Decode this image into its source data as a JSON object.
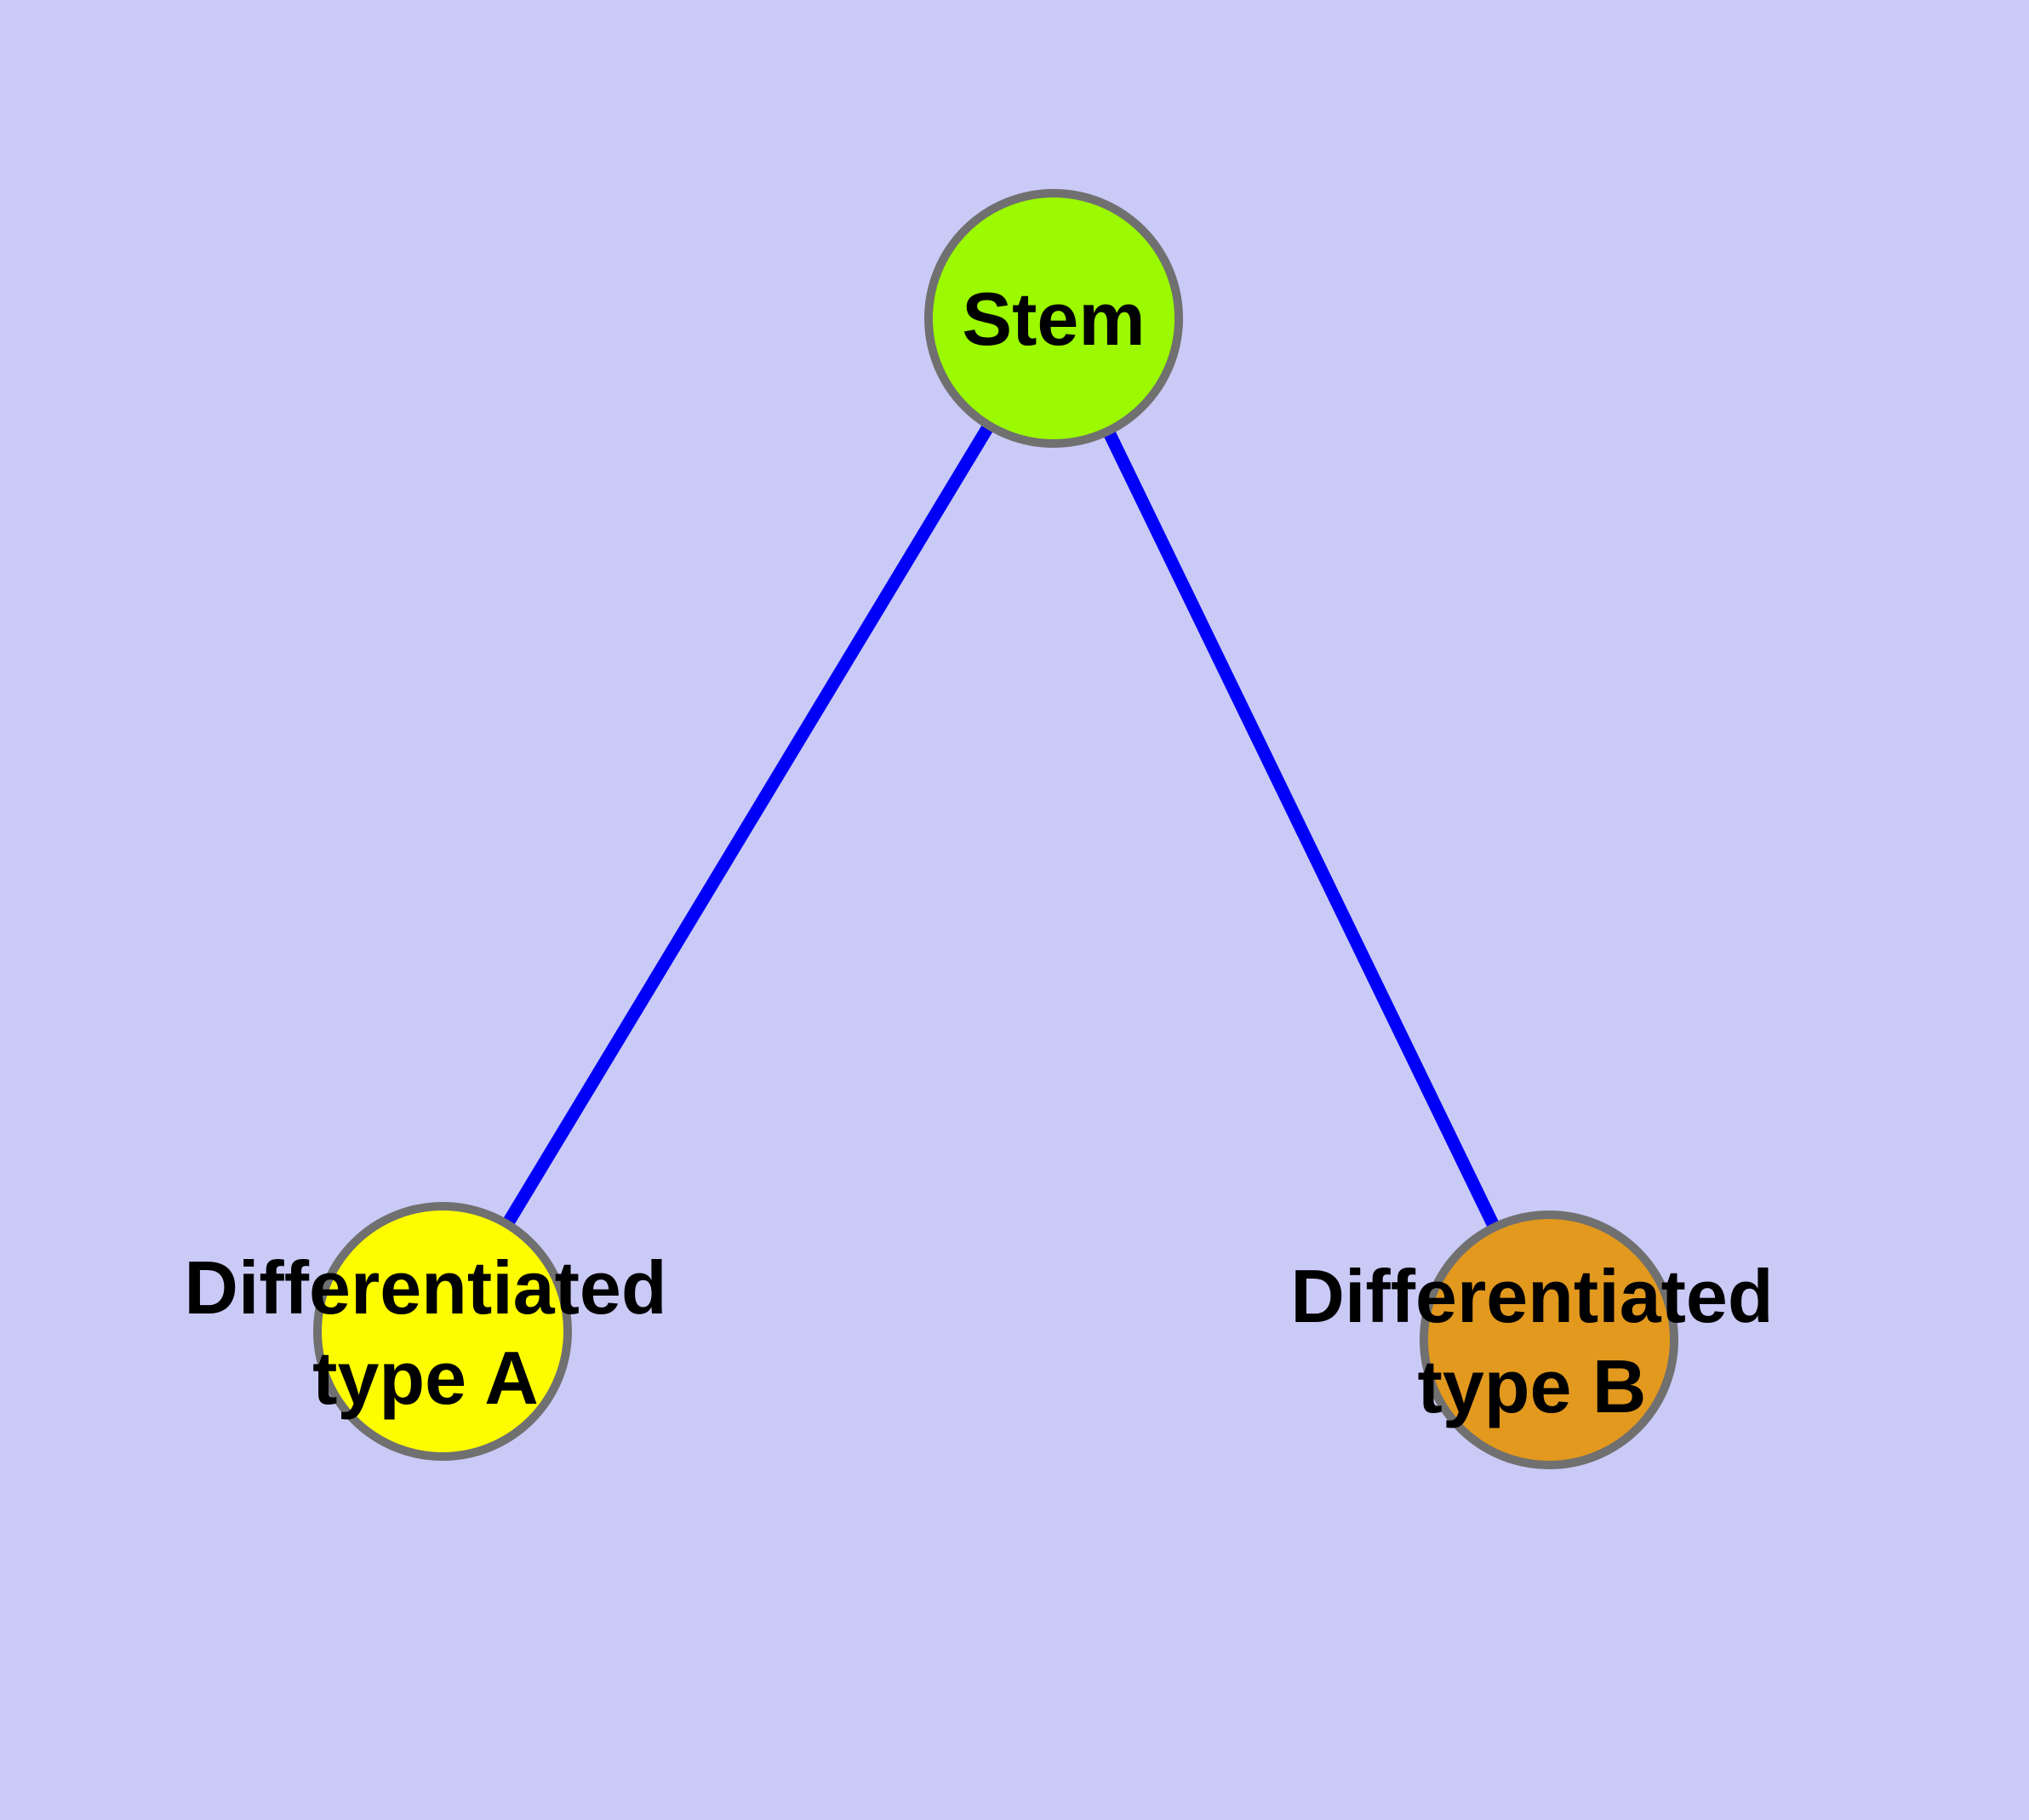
{
  "diagram": {
    "background_color": "#CACAF7",
    "edge_color": "#0000F8",
    "node_border_color": "#707070",
    "text_color": "#000000",
    "nodes": {
      "stem": {
        "label": "Stem",
        "fill": "#9BF900"
      },
      "type_a": {
        "label": "Differentiated type A",
        "line1": "Differentiated",
        "line2": "type A",
        "fill": "#FDFD00"
      },
      "type_b": {
        "label": "Differentiated type B",
        "line1": "Differentiated",
        "line2": "type B",
        "fill": "#E2991E"
      }
    },
    "edges": [
      {
        "from": "Stem",
        "to": "Differentiated type A"
      },
      {
        "from": "Stem",
        "to": "Differentiated type B"
      }
    ]
  }
}
